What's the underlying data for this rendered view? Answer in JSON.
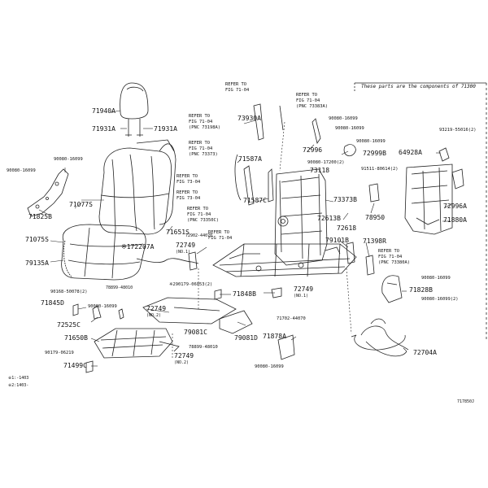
{
  "header": {
    "note": "These parts are the components of 71300"
  },
  "footer": {
    "legend_1": "※1:-1403",
    "legend_2": "※2:1403-",
    "figure_code": "717850J"
  },
  "labels": {
    "p71940A": "71940A",
    "p71931A_l": "71931A",
    "p71931A_r": "71931A",
    "p90080_16099_a": "90080-16099",
    "p90080_16099_b": "90080-16099",
    "p71825B": "71825B",
    "p71077S": "71077S",
    "p71075S": "71075S",
    "p71651S": "71651S",
    "p72207A": "※172207A",
    "p79135A": "79135A",
    "p72749_a": "72749",
    "p72749_a_sub": "(NO.1)",
    "p72902_44070": "72902-44070",
    "p90179_06053": "※290179-06053(2)",
    "p90168_50078": "90168-50078(2)",
    "p71845D": "71845D",
    "p90080_16099_c": "90080-16099",
    "p72525C": "72525C",
    "p71650B": "71650B",
    "p90179_06219": "90179-06219",
    "p71499C": "71499C",
    "p72749_b": "72749",
    "p72749_b_sub": "(NO.2)",
    "p72749_c": "72749",
    "p72749_c_sub": "(NO.2)",
    "p79081C": "79081C",
    "p79081D": "79081D",
    "p71848B": "71848B",
    "p72749_d": "72749",
    "p72749_d_sub": "(NO.1)",
    "p71702_44070": "71702-44070",
    "p71878A": "71878A",
    "p90080_16099_d": "90080-16099",
    "p78899_48010_a": "78899-48010",
    "p78899_48010_b": "78899-48010",
    "p73930A": "73930A",
    "p71587A": "71587A",
    "p71587C": "71587C",
    "p72996": "72996",
    "p90080_16099_e": "90080-16099",
    "p90080_16099_f": "90080-16099",
    "p90080_16099_g": "90080-16099",
    "p72999B": "72999B",
    "p90080_17200": "90080-17200(2)",
    "p73118": "73118",
    "p73373B": "73373B",
    "p72613B": "72613B",
    "p72618": "72618",
    "p79101B": "79101B",
    "p71398R": "71398R",
    "p91511_80614": "91511-80614(2)",
    "p78950": "78950",
    "p93219_55016": "93219-55016(2)",
    "p64928A": "64928A",
    "p72996A": "72996A",
    "p71880A": "71880A",
    "p90080_16099_h": "90080-16099",
    "p71828B": "71828B",
    "p90080_16099_i": "90080-16099(2)",
    "p72704A": "72704A"
  },
  "refs": {
    "r1": "REFER TO\nFIG 71-04",
    "r2": "REFER TO\nFIG 71-04\n(PNC 73383A)",
    "r3": "REFER TO\nFIG 71-04\n(PNC 73198A)",
    "r4": "REFER TO\nFIG 71-04\n(PNC 73373)",
    "r5": "REFER TO\nFIG 73-04",
    "r6": "REFER TO\nFIG 73-04",
    "r7": "REFER TO\nFIG 71-04\n(PNC 73350C)",
    "r8": "REFER TO\nFIG 71-04",
    "r9": "REFER TO\nFIG 71-04\n(PNC 73380A)"
  }
}
